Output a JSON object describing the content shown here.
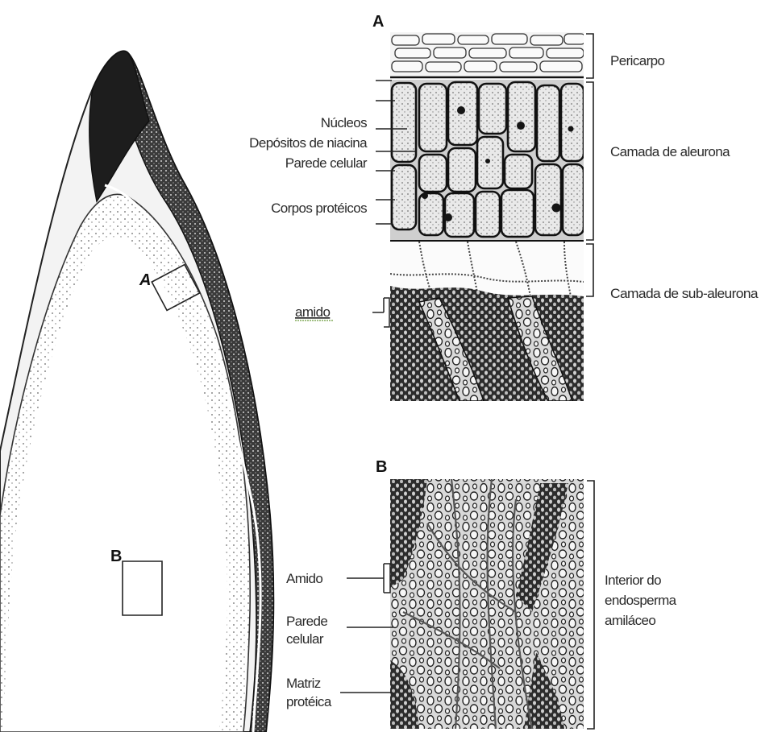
{
  "panel_a": {
    "letter": "A",
    "left_labels": {
      "nucleos": "Núcleos",
      "niacina": "Depósitos de niacina",
      "parede": "Parede celular",
      "corpos": "Corpos protéicos",
      "amido": "amido"
    },
    "right_labels": {
      "pericarpo": "Pericarpo",
      "aleurona": "Camada de aleurona",
      "sub_aleurona": "Camada de sub-aleurona"
    }
  },
  "panel_b": {
    "letter": "B",
    "left_labels": {
      "amido": "Amido",
      "parede_1": "Parede",
      "parede_2": "celular",
      "matriz_1": "Matriz",
      "matriz_2": "protéica"
    },
    "right_labels": {
      "interior_1": "Interior do",
      "interior_2": "endosperma",
      "interior_3": "amiláceo"
    }
  },
  "kernel": {
    "box_a_letter": "A",
    "box_b_letter": "B"
  }
}
